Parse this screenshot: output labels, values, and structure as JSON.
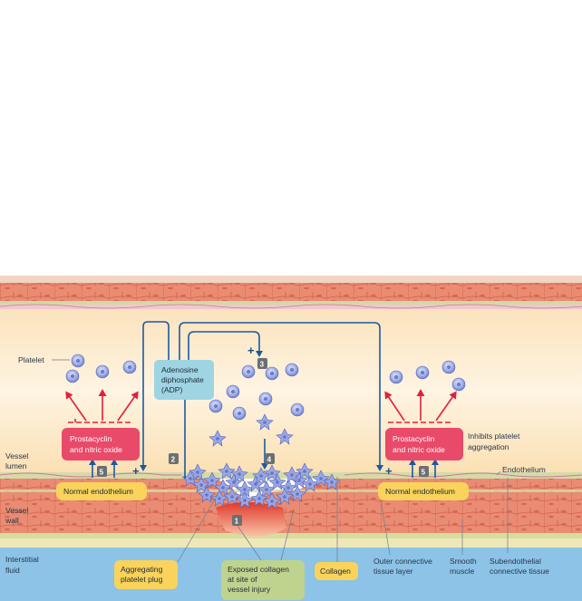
{
  "labels": {
    "platelet": "Platelet",
    "vessel_lumen": [
      "Vessel",
      "lumen"
    ],
    "vessel_wall": [
      "Vessel",
      "wall"
    ],
    "interstitial_fluid": [
      "Interstitial",
      "fluid"
    ],
    "endothelium": "Endothelium",
    "inhibits": [
      "Inhibits platelet",
      "aggregation"
    ],
    "outer_connective": [
      "Outer connective",
      "tissue layer"
    ],
    "smooth_muscle": [
      "Smooth",
      "muscle"
    ],
    "subendothelial": [
      "Subendothelial",
      "connective tissue"
    ]
  },
  "boxes": {
    "prostacyclin_left": [
      "Prostacyclin",
      "and nitric oxide"
    ],
    "prostacyclin_right": [
      "Prostacyclin",
      "and nitric oxide"
    ],
    "normal_endothelium_left": "Normal endothelium",
    "normal_endothelium_right": "Normal endothelium",
    "adp": [
      "Adenosine",
      "diphosphate",
      "(ADP)"
    ],
    "aggregating_plug": [
      "Aggregating",
      "platelet plug"
    ],
    "exposed_collagen": [
      "Exposed collagen",
      "at site of",
      "vessel injury"
    ],
    "collagen": "Collagen"
  },
  "steps": [
    "1",
    "2",
    "3",
    "4",
    "5",
    "5"
  ],
  "plus_sign": "+",
  "colors": {
    "lumen": "#fdeac9",
    "muscle": "#e98a72",
    "interstitial": "#8cc3e6",
    "arrow_blue": "#1b5aa0",
    "arrow_red": "#e2203c",
    "pink_box": "#e94a69",
    "yellow_box": "#f9d35c",
    "green_box": "#bfd38f",
    "adp_box": "#9fd4e3",
    "platelet": "#8e9fe0"
  }
}
